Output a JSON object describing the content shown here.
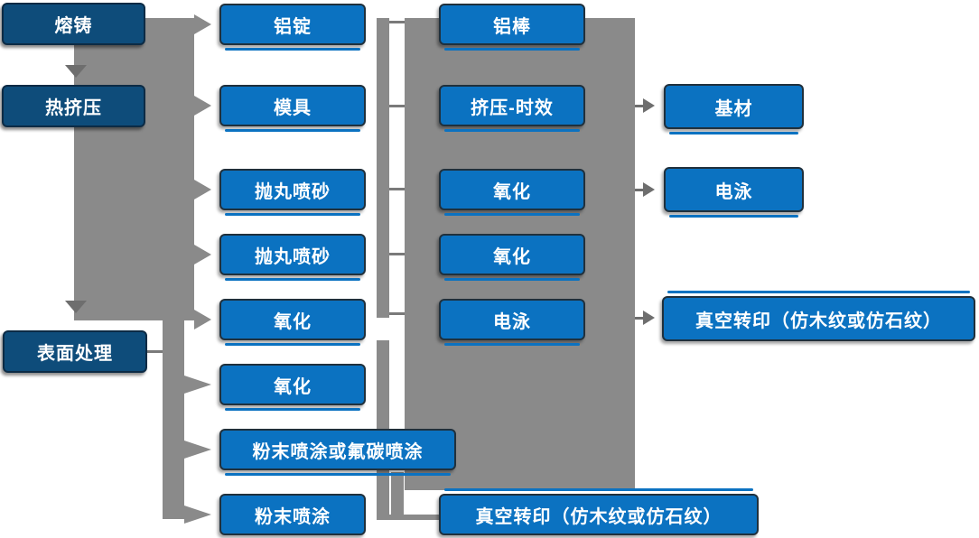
{
  "nodes": {
    "column1": [
      "熔铸",
      "热挤压",
      "表面处理"
    ],
    "column2": [
      "铝锭",
      "模具",
      "抛丸喷砂",
      "抛丸喷砂",
      "氧化",
      "氧化",
      "粉末喷涂或氟碳喷涂",
      "粉末喷涂"
    ],
    "column3": [
      "铝棒",
      "挤压-时效",
      "氧化",
      "氧化",
      "电泳",
      "真空转印（仿木纹或仿石纹）"
    ],
    "column4": [
      "基材",
      "电泳",
      "真空转印（仿木纹或仿石纹）"
    ]
  },
  "colors": {
    "dark_box": "#0E4C7A",
    "bright_box": "#0B72C1",
    "connector_gray": "#8A8A8A",
    "arrow_dark_gray": "#6E6E6E",
    "text": "#FFFFFF"
  }
}
